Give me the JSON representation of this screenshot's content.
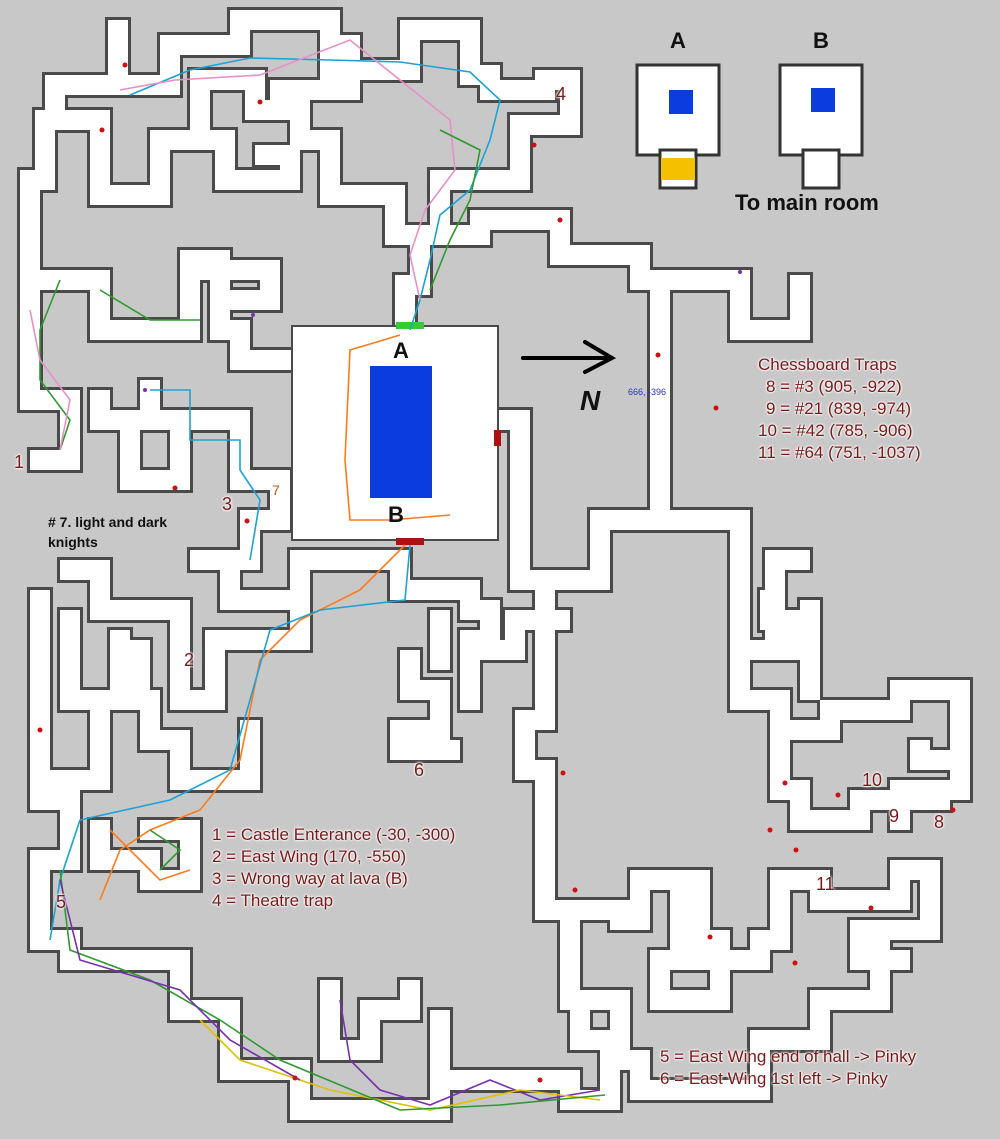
{
  "colors": {
    "background": "#c8c8c8",
    "corridor": "#ffffff",
    "main_room_center": "#0a3ce0",
    "door_a": "#33cc33",
    "door_red": "#b01010",
    "entry_yellow": "#f5c000",
    "label": "#7a1a1a"
  },
  "main_room": {
    "top_door": "A",
    "bottom_door": "B"
  },
  "room_insets": {
    "a_label": "A",
    "b_label": "B",
    "caption": "To main room"
  },
  "compass": {
    "label": "N",
    "arrow": "right"
  },
  "coordinate_note": "666, -396",
  "chessboard_traps": {
    "title": "Chessboard Traps",
    "lines": [
      "8 = #3 (905, -922)",
      "9 = #21 (839, -974)",
      "10 = #42 (785, -906)",
      "11 = #64 (751, -1037)"
    ]
  },
  "knights_note": {
    "line1": "# 7. light and dark",
    "line2": "knights"
  },
  "legend_west": {
    "lines": [
      "1 = Castle Enterance (-30, -300)",
      "2 = East Wing (170, -550)",
      "3 = Wrong way at lava (B)",
      "4 = Theatre trap"
    ]
  },
  "legend_south": {
    "lines": [
      "5 = East Wing end of hall -> Pinky",
      "6 = East Wing 1st left -> Pinky"
    ]
  },
  "map_numbers": {
    "n1": "1",
    "n2": "2",
    "n3": "3",
    "n4": "4",
    "n5": "5",
    "n6": "6",
    "n7": "7",
    "n8": "8",
    "n9": "9",
    "n10": "10",
    "n11": "11"
  }
}
